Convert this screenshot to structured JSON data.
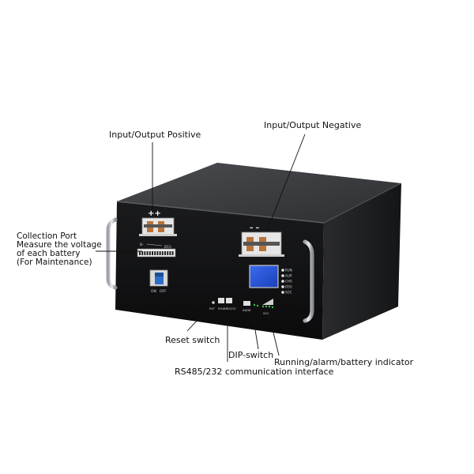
{
  "labels": {
    "input_output_positive": "Input/Output Positive",
    "input_output_negative": "Input/Output Negative",
    "collection_port_line1": "Collection Port",
    "collection_port_line2": "Measure the voltage",
    "collection_port_line3": "of each battery",
    "collection_port_line4": "(For Maintenance)",
    "reset_switch": "Reset switch",
    "dip_switch": "DIP-switch",
    "running_indicator": "Running/alarm/battery  indicator",
    "rs485_interface": "RS485/232 communication interface"
  },
  "panel": {
    "positive_terminal_mark": "++",
    "negative_terminal_mark": "– –",
    "connector_minus": "B-",
    "connector_plus": "B15",
    "switch_on": "ON",
    "switch_off": "OFF",
    "port_rst": "RST",
    "port_rs485": "RS485",
    "port_rs232": "RS232",
    "dip_label": "ADDR",
    "soc_label": "SOC",
    "status_items": [
      "RUN",
      "ALM",
      "CHG",
      "DSG",
      "SOC"
    ]
  },
  "colors": {
    "enclosure_top": "#3b3d40",
    "enclosure_side": "#1e1f21",
    "front_panel": "#0f1012",
    "lcd": "#1f4fd6",
    "switch_blue": "#2c6fc4",
    "handle": "#c9ccd1",
    "copper": "#b8733a"
  }
}
